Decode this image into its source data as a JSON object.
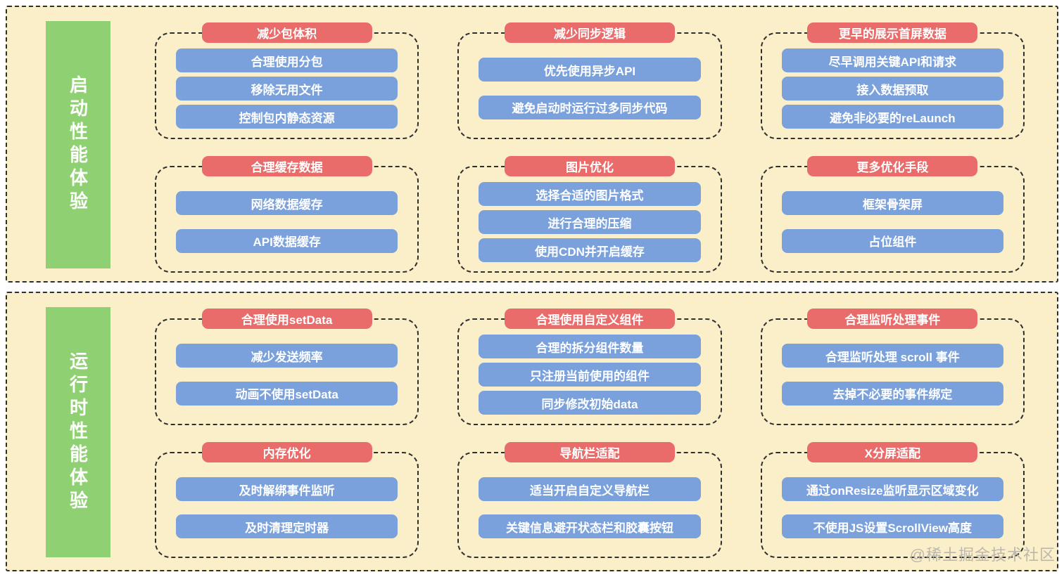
{
  "title": "小程序性能优化脑图",
  "watermark": "@稀土掘金技术社区",
  "colors": {
    "panel_background": "#FBEFC9",
    "section_label_green": "#8FD072",
    "group_header_red": "#E96C6B",
    "item_blue": "#7AA1DB",
    "dashed_border": "#2e2e2e",
    "text_white": "#ffffff",
    "watermark_gray": "#b7b3aa"
  },
  "sections": [
    {
      "label": "启动性能体验",
      "groups": [
        {
          "title": "减少包体积",
          "items": [
            "合理使用分包",
            "移除无用文件",
            "控制包内静态资源"
          ]
        },
        {
          "title": "减少同步逻辑",
          "items": [
            "优先使用异步API",
            "避免启动时运行过多同步代码"
          ]
        },
        {
          "title": "更早的展示首屏数据",
          "items": [
            "尽早调用关键API和请求",
            "接入数据预取",
            "避免非必要的reLaunch"
          ]
        },
        {
          "title": "合理缓存数据",
          "items": [
            "网络数据缓存",
            "API数据缓存"
          ]
        },
        {
          "title": "图片优化",
          "items": [
            "选择合适的图片格式",
            "进行合理的压缩",
            "使用CDN并开启缓存"
          ]
        },
        {
          "title": "更多优化手段",
          "items": [
            "框架骨架屏",
            "占位组件"
          ]
        }
      ]
    },
    {
      "label": "运行时性能体验",
      "groups": [
        {
          "title": "合理使用setData",
          "items": [
            "减少发送频率",
            "动画不使用setData"
          ]
        },
        {
          "title": "合理使用自定义组件",
          "items": [
            "合理的拆分组件数量",
            "只注册当前使用的组件",
            "同步修改初始data"
          ]
        },
        {
          "title": "合理监听处理事件",
          "items": [
            "合理监听处理 scroll 事件",
            "去掉不必要的事件绑定"
          ]
        },
        {
          "title": "内存优化",
          "items": [
            "及时解绑事件监听",
            "及时清理定时器"
          ]
        },
        {
          "title": "导航栏适配",
          "items": [
            "适当开启自定义导航栏",
            "关键信息避开状态栏和胶囊按钮"
          ]
        },
        {
          "title": "X分屏适配",
          "items": [
            "通过onResize监听显示区域变化",
            "不使用JS设置ScrollView高度"
          ]
        }
      ]
    }
  ]
}
